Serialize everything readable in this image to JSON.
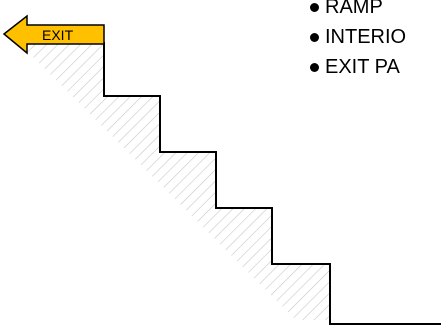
{
  "exit_sign": {
    "label": "EXIT",
    "fill_color": "#FFC000",
    "icon": "left-arrow-icon"
  },
  "bullets": [
    {
      "text": "RAMP"
    },
    {
      "text": "INTERIO"
    },
    {
      "text": "EXIT PA"
    }
  ],
  "colors": {
    "line": "#000000",
    "hatch": "#C8C8C8",
    "background": "#FFFFFF"
  }
}
